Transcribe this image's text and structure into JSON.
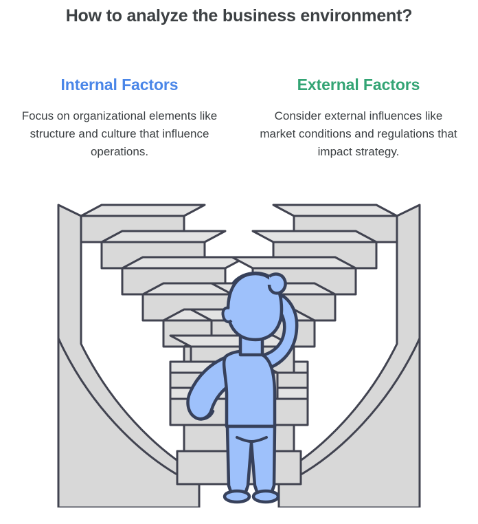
{
  "page": {
    "title": "How to analyze the business environment?",
    "background_color": "#ffffff",
    "text_color": "#3c4043"
  },
  "columns": [
    {
      "id": "internal",
      "heading": "Internal Factors",
      "heading_color": "#4a86e8",
      "body": "Focus on organizational elements like structure and culture that influence operations."
    },
    {
      "id": "external",
      "heading": "External Factors",
      "heading_color": "#33a474",
      "body": "Consider external influences like market conditions and regulations that impact strategy."
    }
  ],
  "illustration": {
    "name": "two-staircases-with-confused-person",
    "description": "A person seen from behind standing between two staircases that rise to the left and to the right",
    "colors": {
      "step_top": "#e3e3e3",
      "step_riser": "#d6d6d6",
      "wall": "#d8d8d8",
      "outline": "#414350",
      "person_fill": "#9ec1fb",
      "person_outline": "#37415b"
    },
    "parts": [
      {
        "name": "left-staircase",
        "steps": 8
      },
      {
        "name": "right-staircase",
        "steps": 8
      },
      {
        "name": "person-figure",
        "pose": "one hand on hip, one hand scratching head"
      }
    ]
  }
}
